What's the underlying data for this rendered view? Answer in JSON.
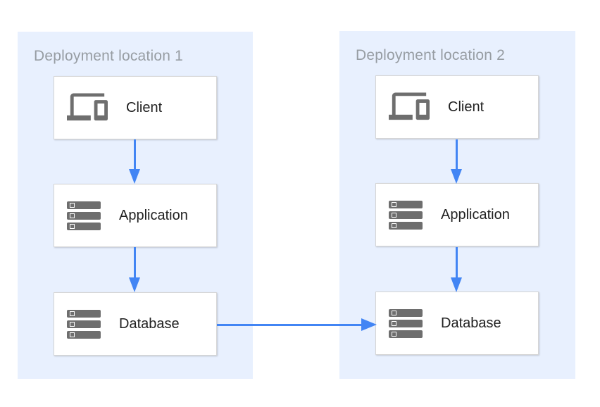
{
  "diagram": {
    "zones": [
      {
        "title": "Deployment location 1",
        "nodes": [
          {
            "label": "Client",
            "icon": "devices-icon"
          },
          {
            "label": "Application",
            "icon": "server-stack-icon"
          },
          {
            "label": "Database",
            "icon": "server-stack-icon"
          }
        ]
      },
      {
        "title": "Deployment location 2",
        "nodes": [
          {
            "label": "Client",
            "icon": "devices-icon"
          },
          {
            "label": "Application",
            "icon": "server-stack-icon"
          },
          {
            "label": "Database",
            "icon": "server-stack-icon"
          }
        ]
      }
    ],
    "connections": [
      {
        "from": "client-1",
        "to": "application-1",
        "direction": "down"
      },
      {
        "from": "application-1",
        "to": "database-1",
        "direction": "down"
      },
      {
        "from": "client-2",
        "to": "application-2",
        "direction": "down"
      },
      {
        "from": "application-2",
        "to": "database-2",
        "direction": "down"
      },
      {
        "from": "database-1",
        "to": "database-2",
        "direction": "right"
      }
    ],
    "colors": {
      "zone_background": "#E8F0FE",
      "zone_title_text": "#979DA3",
      "node_background": "#FFFFFF",
      "node_border": "#D6D6D6",
      "node_label_text": "#212121",
      "icon_gray": "#6E6E6E",
      "arrow_blue": "#4285F4"
    }
  }
}
